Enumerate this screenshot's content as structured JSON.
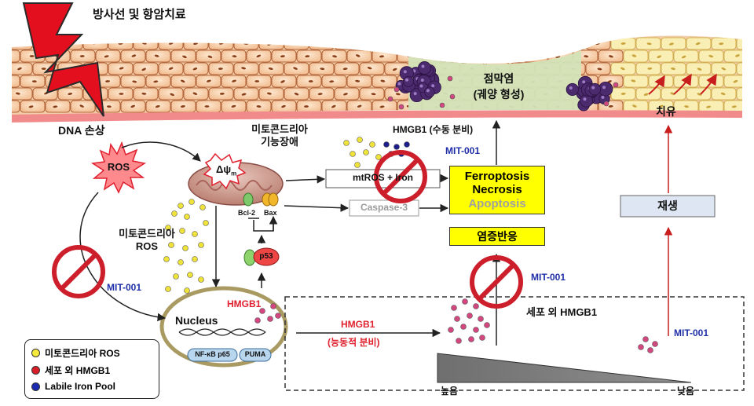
{
  "labels": {
    "title": "방사선 및 항암치료",
    "dna_damage": "DNA 손상",
    "ros": "ROS",
    "mito_dysfunction": [
      "미토콘드리아",
      "기능장애"
    ],
    "delta_psi_main": "Δψ",
    "delta_psi_sub": "m",
    "bcl2": "Bcl-2",
    "bax": "Bax",
    "p53": "p53",
    "mito_ros": [
      "미토콘드리아",
      "ROS"
    ],
    "mtros_iron": "mtROS + Iron",
    "caspase3": "Caspase-3",
    "ferroptosis": "Ferroptosis",
    "necrosis": "Necrosis",
    "apoptosis": "Apoptosis",
    "inflammation": "염증반응",
    "mucositis": [
      "점막염",
      "(궤양 형성)"
    ],
    "passive_release": "HMGB1 (수동 분비)",
    "healing": "치유",
    "regeneration": "재생",
    "nucleus": "Nucleus",
    "hmgb1_nucleus": "HMGB1",
    "nfkb": "NF-κB p65",
    "puma": "PUMA",
    "hmgb1_active": "HMGB1",
    "active_release": "(능동적 분비)",
    "extracellular_hmgb1": "세포 외 HMGB1",
    "high": "높음",
    "low": "낮음",
    "mit_001": "MIT-001"
  },
  "legend": [
    {
      "label": "미토콘드리아 ROS",
      "color": "#f5ea3c"
    },
    {
      "label": "세포 외 HMGB1",
      "color": "#d81e28"
    },
    {
      "label": "Labile Iron Pool",
      "color": "#1a2bb0"
    }
  ],
  "colors": {
    "inhibit_red": "#cc1f2b",
    "mit_blue": "#1f2fa6",
    "hmgb1_dot": "#d2477f",
    "ros_dot": "#efe33a",
    "iron_dot": "#1c1e8a",
    "arrow_dark": "#222222",
    "arrow_red": "#c81e1e",
    "ybox": "#ffff00",
    "regen_box": "#dde6f2",
    "cell_fill": "#f6d0ad",
    "cell_border": "#a04a1e",
    "healing_cell": "#f9efb4",
    "ulcer_bg": "#d3e3b8",
    "nucleus_ring": "#a99a62"
  },
  "icons": [
    "lightning-bolt-icon",
    "ros-starburst-icon",
    "mitochondrion-icon",
    "inhibition-sign-icon",
    "dna-helix-icon",
    "cell-cluster-icon"
  ]
}
